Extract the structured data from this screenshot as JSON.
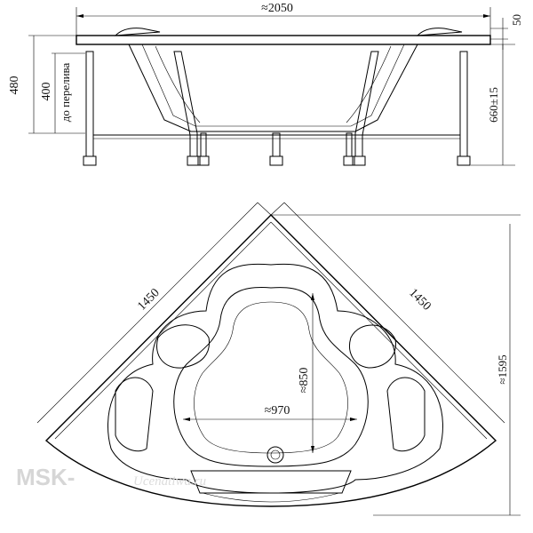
{
  "side_view": {
    "width_label": "≈2050",
    "rim_label": "50",
    "height_total_label": "480",
    "height_overflow_label": "400",
    "overflow_note": "до перелива",
    "leg_height_label": "660±15"
  },
  "top_view": {
    "side_a_label": "1450",
    "side_b_label": "1450",
    "depth_label": "≈850",
    "width_label": "≈970",
    "diagonal_label": "≈1595"
  },
  "watermark": {
    "brand": "MSK-",
    "script": "Ucenatiwa.ru"
  }
}
